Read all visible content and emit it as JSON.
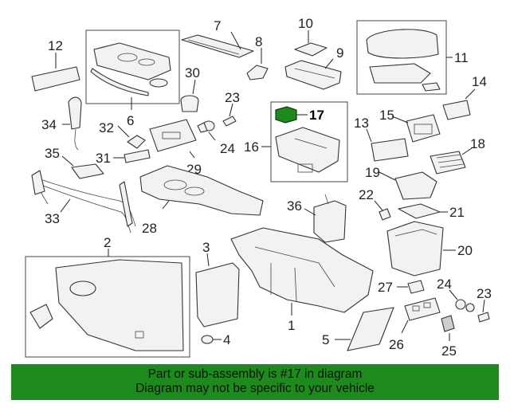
{
  "diagram": {
    "callouts": {
      "c1": "1",
      "c2": "2",
      "c3": "3",
      "c4": "4",
      "c5": "5",
      "c6": "6",
      "c7": "7",
      "c8": "8",
      "c9": "9",
      "c10": "10",
      "c11": "11",
      "c12": "12",
      "c13": "13",
      "c14": "14",
      "c15": "15",
      "c16": "16",
      "c17": "17",
      "c18": "18",
      "c19": "19",
      "c20": "20",
      "c21": "21",
      "c22": "22",
      "c23a": "23",
      "c23b": "23",
      "c24a": "24",
      "c24b": "24",
      "c25": "25",
      "c26": "26",
      "c27": "27",
      "c28": "28",
      "c29": "29",
      "c30": "30",
      "c31": "31",
      "c32": "32",
      "c33": "33",
      "c34": "34",
      "c35": "35",
      "c36": "36"
    },
    "highlight_color": "#1e8a1e"
  },
  "banner": {
    "line1": "Part or sub-assembly is #17 in diagram",
    "line2": "Diagram may not be specific to your vehicle",
    "background": "#1e8a1e"
  }
}
